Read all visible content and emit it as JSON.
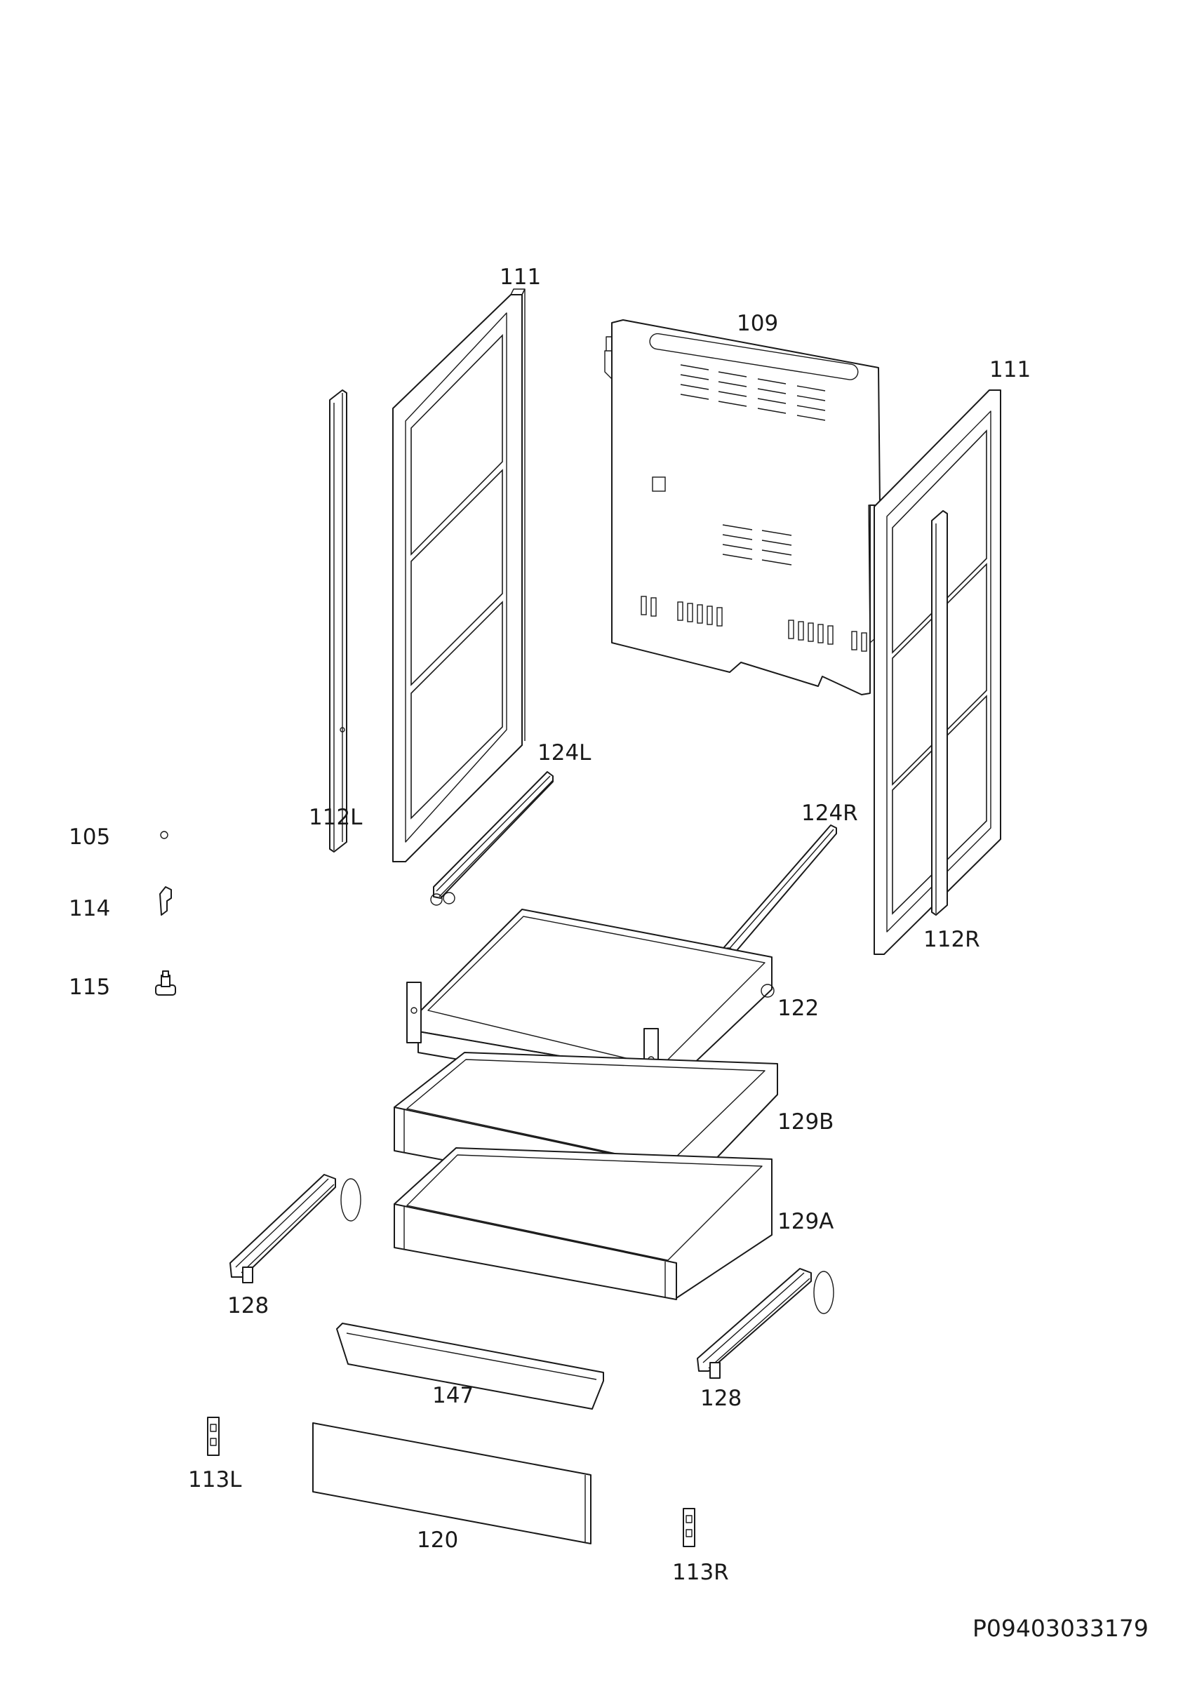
{
  "labels": {
    "p111_left": "111",
    "p109": "109",
    "p111_right": "111",
    "p112L": "112L",
    "p124L": "124L",
    "p124R": "124R",
    "p105": "105",
    "p114": "114",
    "p115": "115",
    "p112R": "112R",
    "p122": "122",
    "p129B": "129B",
    "p129A": "129A",
    "p128_left": "128",
    "p128_right": "128",
    "p147": "147",
    "p113L": "113L",
    "p120": "120",
    "p113R": "113R"
  },
  "drawing_code": "P09403033179",
  "colors": {
    "line": "#1a1a1a",
    "background": "#ffffff"
  }
}
